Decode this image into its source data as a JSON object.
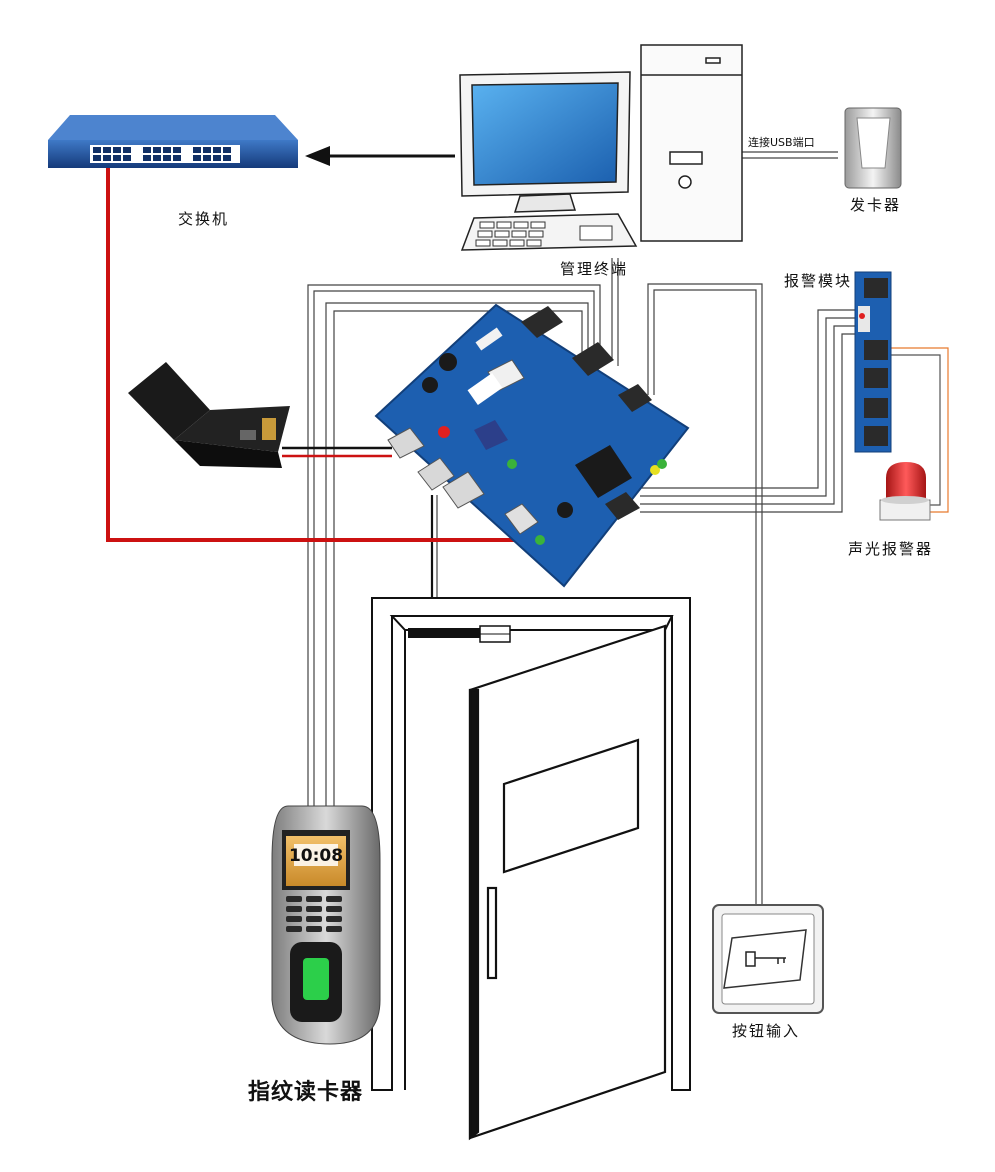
{
  "labels": {
    "switch": "交换机",
    "terminal": "管理终端",
    "usb_port": "连接USB端口",
    "card_issuer": "发卡器",
    "alarm_module": "报警模块",
    "alarm_device": "声光报警器",
    "button_input": "按钮输入",
    "fingerprint_reader": "指纹读卡器"
  },
  "reader_screen": {
    "time": "10:08"
  },
  "colors": {
    "network_cable": "#cc1111",
    "switch_blue": "#1f4f9a",
    "board_blue": "#1d5fb0",
    "monitor_screen": "#2a7fd0",
    "alarm_red": "#d82a2a"
  }
}
